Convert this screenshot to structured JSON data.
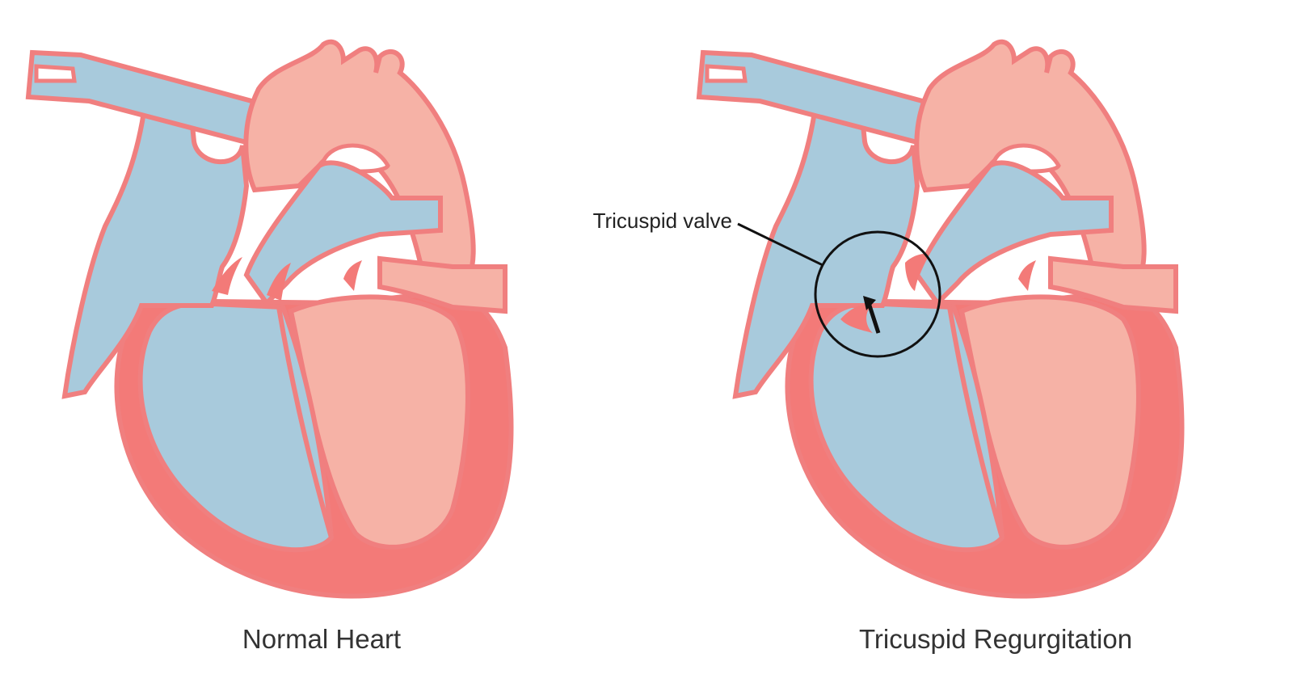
{
  "diagram": {
    "left": {
      "caption": "Normal Heart"
    },
    "right": {
      "caption": "Tricuspid Regurgitation",
      "callout": "Tricuspid valve"
    }
  },
  "colors": {
    "deoxygenated": "#a8cadc",
    "oxygenated": "#f6b2a6",
    "outline": "#f07f7f",
    "muscle": "#f37a78",
    "annotation": "#111111",
    "text": "#333333"
  }
}
